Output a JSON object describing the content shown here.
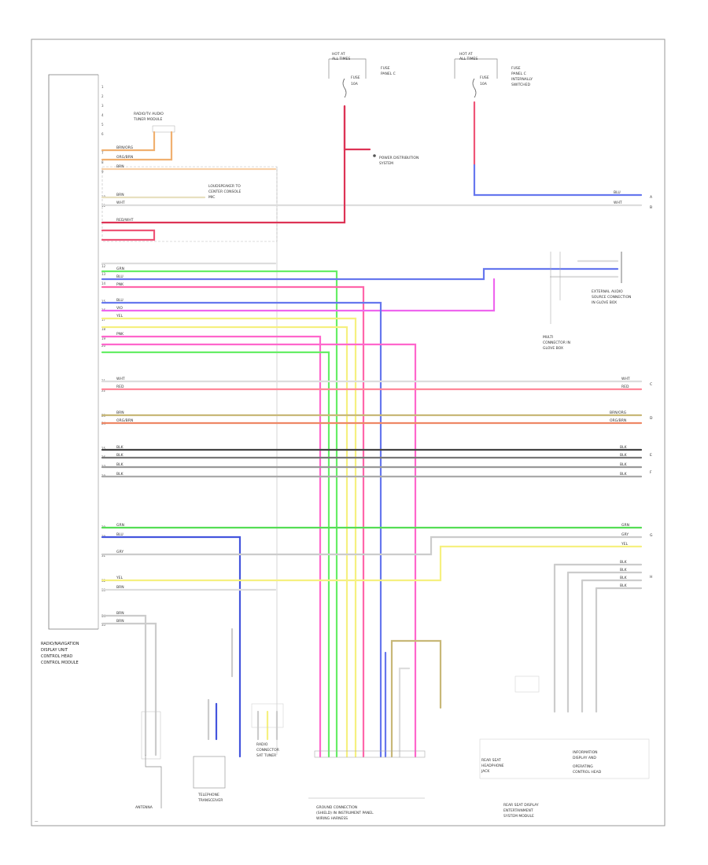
{
  "diagram": {
    "page_number": "—",
    "left_module": [
      "RADIO/NAVIGATION",
      "DISPLAY UNIT",
      "CONTROL HEAD",
      "CONTROL MODULE"
    ],
    "top_left_fuse": [
      "HOT AT",
      "ALL TIMES",
      "FUSE",
      "10A",
      "FUSE",
      "PANEL C"
    ],
    "top_right_fuse": [
      "HOT AT",
      "ALL TIMES",
      "FUSE",
      "10A",
      "FUSE",
      "PANEL C",
      "INTERNALLY",
      "SWITCHED"
    ],
    "power_distribution": [
      "POWER DISTRIBUTION",
      "SYSTEM"
    ],
    "radio_tuner": [
      "RADIO/TV AUDIO",
      "TUNER MODULE"
    ],
    "ground_center": [
      "LOUDSPEAKER TO",
      "CENTER CONSOLE",
      "MIC"
    ],
    "external_audio": [
      "EXTERNAL AUDIO",
      "SOURCE CONNECTION",
      "IN GLOVE BOX"
    ],
    "antenna_conn": [
      "MULTI",
      "CONNECTOR IN",
      "GLOVE BOX"
    ],
    "antenna": "ANTENNA",
    "telephone_module": [
      "TELEPHONE",
      "TRANSCEIVER"
    ],
    "radio_connector": [
      "RADIO",
      "CONNECTOR",
      "SAT TUNER"
    ],
    "bottom_center": [
      "GROUND CONNECTION",
      "(SHIELD) IN INSTRUMENT PANEL",
      "WIRING HARNESS"
    ],
    "rear_display": [
      "REAR SEAT DISPLAY",
      "ENTERTAINMENT",
      "SYSTEM MODULE"
    ],
    "rear_right_labels": [
      "REAR SEAT",
      "HEADPHONE",
      "JACK"
    ],
    "rear_notes": [
      "INFORMATION",
      "DISPLAY AND",
      "OPERATING",
      "CONTROL HEAD"
    ],
    "side_markers": [
      "A",
      "B",
      "C",
      "D",
      "E",
      "F",
      "G",
      "H"
    ],
    "wire_codes": {
      "brn_org": "BRN/ORG",
      "org_brn": "ORG/BRN",
      "brn": "BRN",
      "blk": "BLK",
      "wht": "WHT",
      "red_wht": "RED/WHT",
      "grn": "GRN",
      "blu": "BLU",
      "vio": "VIO",
      "yel": "YEL",
      "pnk": "PNK",
      "red": "RED",
      "gry": "GRY"
    }
  }
}
